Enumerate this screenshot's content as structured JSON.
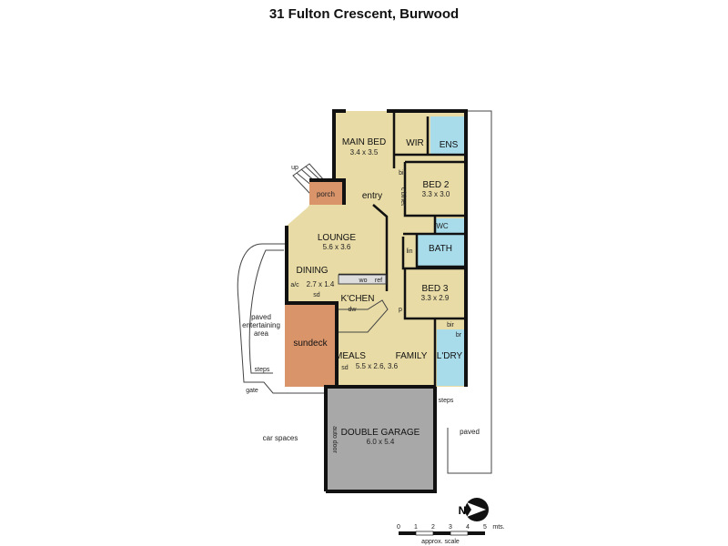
{
  "title": "31 Fulton Crescent, Burwood",
  "colors": {
    "living": "#e8dba6",
    "wet": "#a8dcea",
    "outdoor": "#d9946a",
    "garage": "#a8a8a8"
  },
  "rooms": {
    "main_bed": {
      "name": "MAIN BED",
      "size": "3.4 x 3.5"
    },
    "wir": {
      "name": "WIR"
    },
    "ens": {
      "name": "ENS"
    },
    "bed2": {
      "name": "BED 2",
      "size": "3.3 x 3.0"
    },
    "bir1": {
      "name": "bir"
    },
    "cbinet": {
      "name": "c'binet"
    },
    "wc": {
      "name": "WC"
    },
    "bath": {
      "name": "BATH"
    },
    "lin": {
      "name": "lin"
    },
    "bed3": {
      "name": "BED 3",
      "size": "3.3 x 2.9"
    },
    "bir2": {
      "name": "bir"
    },
    "br": {
      "name": "br"
    },
    "ldry": {
      "name": "L'DRY"
    },
    "porch": {
      "name": "porch"
    },
    "up": {
      "name": "up"
    },
    "entry": {
      "name": "entry"
    },
    "lounge": {
      "name": "LOUNGE",
      "size": "5.6 x 3.6"
    },
    "dining": {
      "name": "DINING",
      "size": "2.7 x 1.4"
    },
    "ac": {
      "name": "a/c"
    },
    "sd1": {
      "name": "sd"
    },
    "sd2": {
      "name": "sd"
    },
    "wo": {
      "name": "wo"
    },
    "ref": {
      "name": "ref"
    },
    "kitchen": {
      "name": "K'CHEN"
    },
    "dw": {
      "name": "dw"
    },
    "p": {
      "name": "p"
    },
    "meals": {
      "name": "MEALS"
    },
    "family": {
      "name": "FAMILY"
    },
    "meals_size": "5.5 x 2.6, 3.6",
    "sundeck": {
      "name": "sundeck"
    },
    "paved_entertaining": [
      "paved",
      "entertaining",
      "area"
    ],
    "steps_left": "steps",
    "gate": "gate",
    "steps_right": "steps",
    "garage": {
      "name": "DOUBLE GARAGE",
      "size": "6.0 x 5.4"
    },
    "auto_door": "auto door",
    "car_spaces": "car spaces",
    "paved": "paved"
  },
  "compass": {
    "label": "N"
  },
  "scale": {
    "ticks": [
      "0",
      "1",
      "2",
      "3",
      "4",
      "5"
    ],
    "unit": "mts.",
    "caption": "approx. scale"
  }
}
